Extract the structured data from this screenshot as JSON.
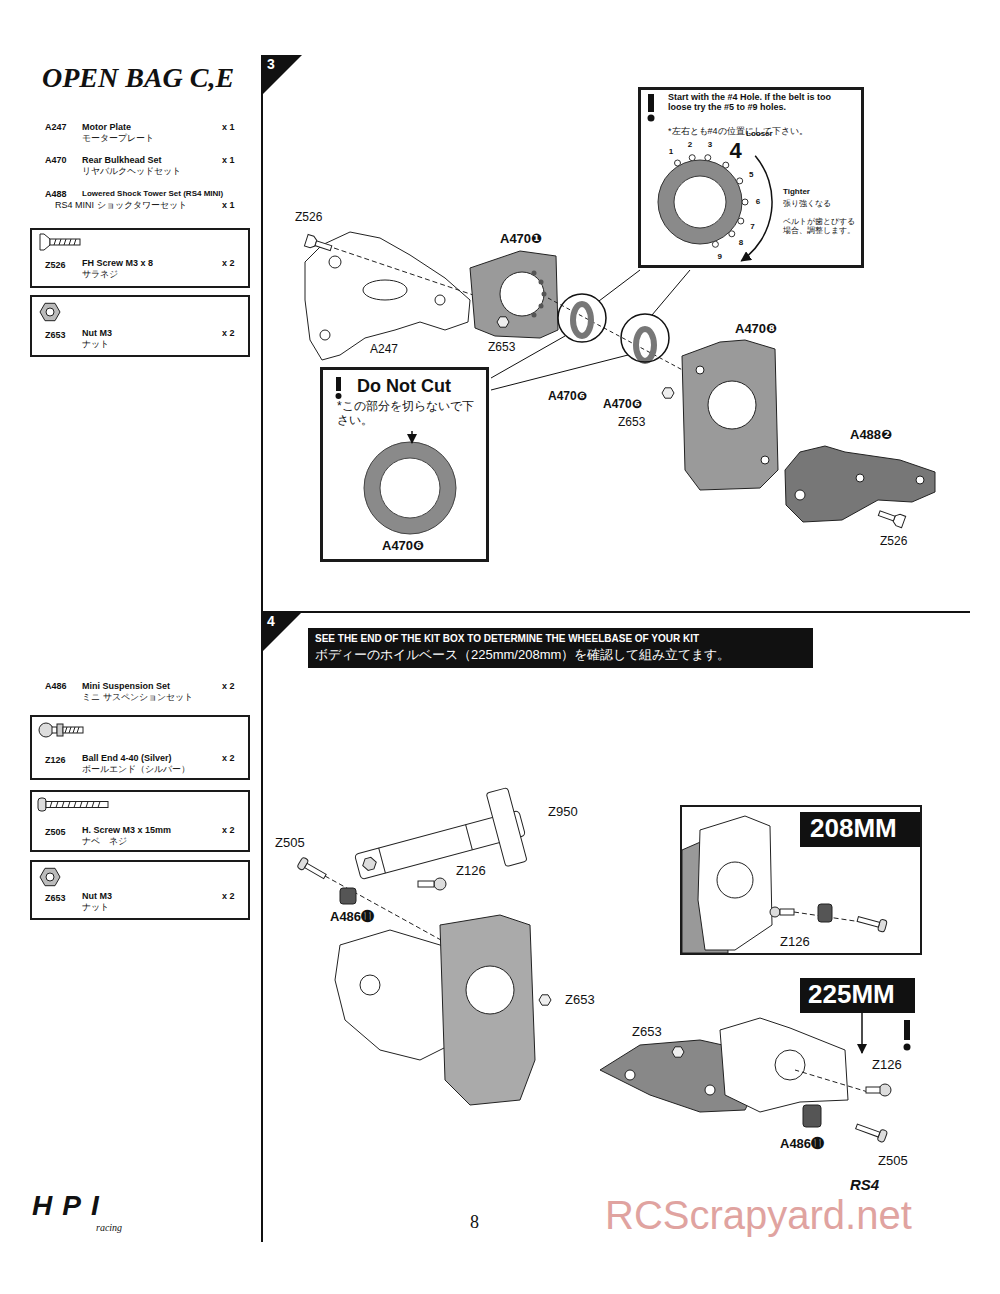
{
  "diagram": {
    "title": "OPEN BAG C,E",
    "nodes": [
      {
        "text": [
          "Z526",
          "FH Screw M3 x 8",
          "サラネジ",
          "x 2"
        ]
      },
      {
        "text": [
          "Z653",
          "Nut M3",
          "ナット",
          "x 2"
        ]
      },
      {
        "text": [
          "3"
        ]
      },
      {
        "text": [
          "Start with the #4 Hole. If the belt is too loose try the #5 to #9 holes.",
          "*左右とも#4の位置にして下さい。",
          "Looser",
          "Tighter",
          "張り強くなる",
          "ベルトが歯とびする場合、調整します。",
          "1",
          "2",
          "3",
          "4",
          "5",
          "6",
          "7",
          "8",
          "9"
        ]
      },
      {
        "text": [
          "Do Not Cut",
          "*この部分を切らないで下さい。",
          "A470❻"
        ]
      },
      {
        "text": [
          "Z126",
          "Ball End 4-40 (Silver)",
          "ボールエンド（シルバー）",
          "x 2"
        ]
      },
      {
        "text": [
          "Z505",
          "H. Screw M3 x 15mm",
          "ナベ　ネジ",
          "x 2"
        ]
      },
      {
        "text": [
          "Z653",
          "Nut M3",
          "ナット",
          "x 2"
        ]
      },
      {
        "text": [
          "4"
        ]
      },
      {
        "text": [
          "SEE THE END OF THE KIT BOX TO DETERMINE THE WHEELBASE OF YOUR KIT",
          "ボディーのホイルベース（225mm/208mm）を確認して組み立てます。"
        ]
      },
      {
        "text": [
          "Z126"
        ]
      },
      {
        "text": [
          "208MM"
        ],
        "in": 10
      },
      {
        "text": [
          "225MM"
        ]
      }
    ],
    "labels": [
      "A247",
      "Motor Plate",
      "モータープレート",
      "x 1",
      "A470",
      "Rear Bulkhead Set",
      "リヤバルクヘッドセット",
      "x 1",
      "A488",
      "Lowered Shock Tower Set (RS4 MINI)",
      "RS4 MINI ショックタワーセット",
      "x 1",
      "A486",
      "Mini Suspension Set",
      "ミニ サスペンションセット",
      "x 2",
      "Z526",
      "A470❶",
      "A247",
      "Z653",
      "A470❻",
      "A470❻",
      "Z653",
      "A470❽",
      "A488❷",
      "Z526",
      "Z950",
      "Z505",
      "Z126",
      "A486⓫",
      "Z653",
      "Z653",
      "Z126",
      "A486⓫",
      "Z505",
      "HPI",
      "racing",
      "8",
      "RS4",
      "RCScrapyard.net"
    ]
  }
}
